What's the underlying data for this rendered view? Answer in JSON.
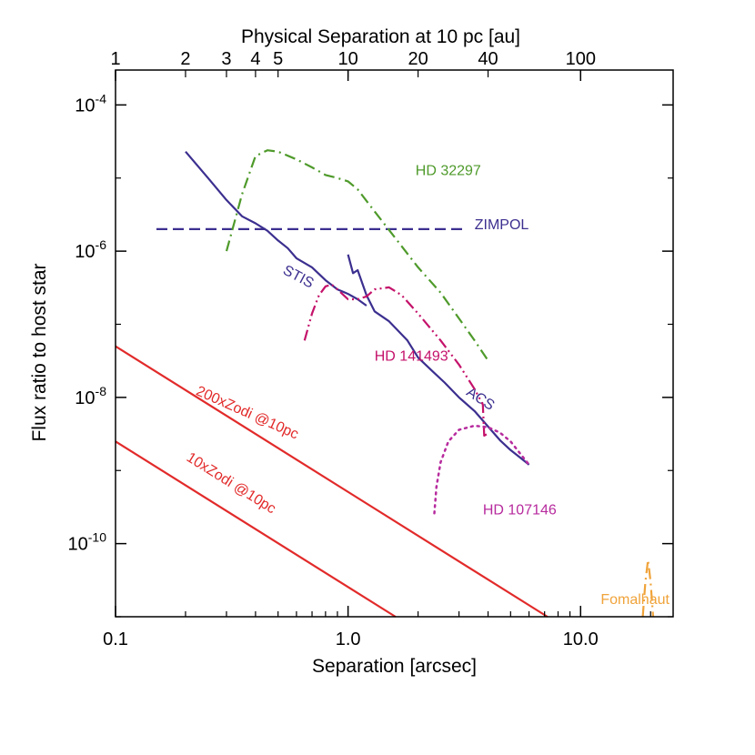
{
  "chart_data": {
    "type": "line",
    "xlabel": "Separation [arcsec]",
    "ylabel": "Flux ratio to host star",
    "x2label": "Physical Separation at 10 pc [au]",
    "xscale": "log",
    "yscale": "log",
    "xlim": [
      0.1,
      25
    ],
    "ylim": [
      1e-11,
      0.0003
    ],
    "x_ticks": [
      {
        "value": 0.1,
        "label": "0.1"
      },
      {
        "value": 1.0,
        "label": "1.0"
      },
      {
        "value": 10.0,
        "label": "10.0"
      }
    ],
    "x2_ticks": [
      {
        "value": 1,
        "label": "1"
      },
      {
        "value": 2,
        "label": "2"
      },
      {
        "value": 3,
        "label": "3"
      },
      {
        "value": 4,
        "label": "4"
      },
      {
        "value": 5,
        "label": "5"
      },
      {
        "value": 10,
        "label": "10"
      },
      {
        "value": 20,
        "label": "20"
      },
      {
        "value": 40,
        "label": "40"
      },
      {
        "value": 100,
        "label": "100"
      }
    ],
    "y_ticks": [
      {
        "value": 0.0001,
        "base": "10",
        "exp": "-4"
      },
      {
        "value": 1e-06,
        "base": "10",
        "exp": "-6"
      },
      {
        "value": 1e-08,
        "base": "10",
        "exp": "-8"
      },
      {
        "value": 1e-10,
        "base": "10",
        "exp": "-10"
      }
    ],
    "grid": false,
    "series": [
      {
        "name": "ZIMPOL",
        "color": "#3b2f8f",
        "style": "dashed",
        "label_at": [
          3.5,
          2e-06
        ],
        "x": [
          0.15,
          3.2
        ],
        "y": [
          2e-06,
          2e-06
        ]
      },
      {
        "name": "STIS",
        "color": "#3b2f8f",
        "style": "solid",
        "label_at": [
          0.52,
          5e-07
        ],
        "label_rotate": 28,
        "x": [
          0.2,
          0.25,
          0.3,
          0.35,
          0.4,
          0.45,
          0.5,
          0.55,
          0.6,
          0.7,
          0.8,
          0.9,
          1.0,
          1.1,
          1.2
        ],
        "y": [
          2.3e-05,
          1e-05,
          5e-06,
          3e-06,
          2.4e-06,
          1.9e-06,
          1.4e-06,
          1.1e-06,
          8e-07,
          6e-07,
          4e-07,
          3e-07,
          2.6e-07,
          2.2e-07,
          1.8e-07
        ]
      },
      {
        "name": "ACS",
        "color": "#3b2f8f",
        "style": "solid",
        "label_at": [
          3.2,
          1.1e-08
        ],
        "label_rotate": 33,
        "x": [
          1.0,
          1.05,
          1.1,
          1.2,
          1.3,
          1.5,
          1.8,
          2.0,
          2.3,
          2.6,
          3.0,
          3.5,
          4.0,
          4.5,
          5.0,
          5.5,
          6.0
        ],
        "y": [
          9e-07,
          5e-07,
          5.5e-07,
          2.5e-07,
          1.5e-07,
          1.1e-07,
          6e-08,
          3.5e-08,
          2.3e-08,
          1.6e-08,
          1e-08,
          6.5e-09,
          4e-09,
          2.6e-09,
          1.9e-09,
          1.5e-09,
          1.2e-09
        ]
      },
      {
        "name": "HD 32297",
        "color": "#4e9a2a",
        "style": "dashdot",
        "label_at": [
          1.95,
          1.1e-05
        ],
        "x": [
          0.3,
          0.35,
          0.4,
          0.45,
          0.5,
          0.6,
          0.7,
          0.8,
          0.9,
          1.0,
          1.1,
          1.3,
          1.6,
          2.0,
          2.5,
          3.0,
          3.5,
          4.0
        ],
        "y": [
          1e-06,
          6e-06,
          2e-05,
          2.4e-05,
          2.3e-05,
          1.8e-05,
          1.4e-05,
          1.1e-05,
          1e-05,
          9e-06,
          7e-06,
          3.5e-06,
          1.5e-06,
          6e-07,
          2.7e-07,
          1.2e-07,
          6e-08,
          3.2e-08
        ]
      },
      {
        "name": "HD 141493",
        "color": "#c4126a",
        "style": "dashdotdot",
        "label_at": [
          1.3,
          3.2e-08
        ],
        "x": [
          0.65,
          0.7,
          0.75,
          0.8,
          0.85,
          0.9,
          1.0,
          1.1,
          1.2,
          1.3,
          1.5,
          1.7,
          2.0,
          2.5,
          3.0,
          3.5,
          3.8,
          3.85,
          4.0
        ],
        "y": [
          6e-08,
          1.4e-07,
          2.5e-07,
          3.3e-07,
          3.5e-07,
          3e-07,
          2.2e-07,
          2.2e-07,
          2.4e-07,
          3e-07,
          3.2e-07,
          2.5e-07,
          1.4e-07,
          6e-08,
          2.8e-08,
          1.3e-08,
          8e-09,
          3e-09,
          3.2e-09
        ]
      },
      {
        "name": "HD 107146",
        "color": "#b72b9e",
        "style": "dotted",
        "label_at": [
          3.8,
          2.5e-10
        ],
        "x": [
          2.35,
          2.4,
          2.5,
          2.7,
          3.0,
          3.5,
          4.0,
          4.5,
          5.0,
          5.5,
          6.0
        ],
        "y": [
          2.6e-10,
          6e-10,
          1.3e-09,
          2.5e-09,
          3.6e-09,
          4.1e-09,
          3.9e-09,
          3.3e-09,
          2.5e-09,
          1.7e-09,
          1.2e-09
        ]
      },
      {
        "name": "200xZodi @10pc",
        "color": "#e22a2a",
        "style": "solid",
        "label_at": [
          0.22,
          1.1e-08
        ],
        "label_rotate": 24,
        "x": [
          0.1,
          7.2
        ],
        "y": [
          5e-08,
          1e-11
        ]
      },
      {
        "name": "10xZodi @10pc",
        "color": "#e22a2a",
        "style": "solid",
        "label_at": [
          0.2,
          1.4e-09
        ],
        "label_rotate": 32,
        "x": [
          0.1,
          1.6
        ],
        "y": [
          2.5e-09,
          1e-11
        ]
      },
      {
        "name": "Fomalhaut",
        "color": "#f0a33a",
        "style": "dashdot",
        "label_at": [
          12.2,
          1.5e-11
        ],
        "x": [
          18.5,
          19.0,
          19.5,
          20.0,
          20.5
        ],
        "y": [
          1e-11,
          3e-11,
          6e-11,
          3e-11,
          1e-11
        ]
      }
    ]
  }
}
